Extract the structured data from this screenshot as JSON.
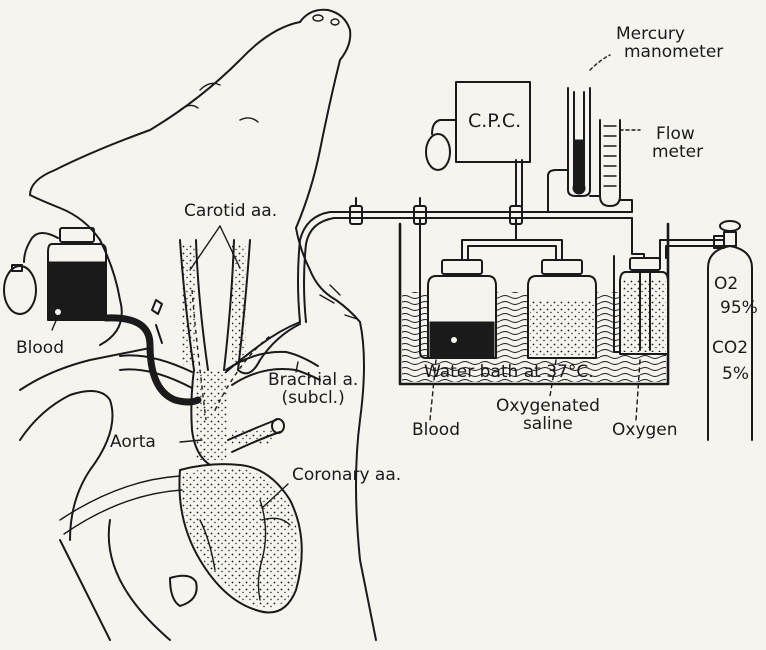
{
  "labels": {
    "carotid": "Carotid aa.",
    "blood_left": "Blood",
    "brachial_line1": "Brachial a.",
    "brachial_line2": "(subcl.)",
    "aorta": "Aorta",
    "coronary": "Coronary aa.",
    "cpc": "C.P.C.",
    "mercury_line1": "Mercury",
    "mercury_line2": "manometer",
    "flow_line1": "Flow",
    "flow_line2": "meter",
    "o2": "O2",
    "o2_pct": "95%",
    "co2": "CO2",
    "co2_pct": "5%",
    "water_bath": "Water bath at 37°C.",
    "blood_bottle": "Blood",
    "oxy_saline_line1": "Oxygenated",
    "oxy_saline_line2": "saline",
    "oxygen": "Oxygen"
  }
}
